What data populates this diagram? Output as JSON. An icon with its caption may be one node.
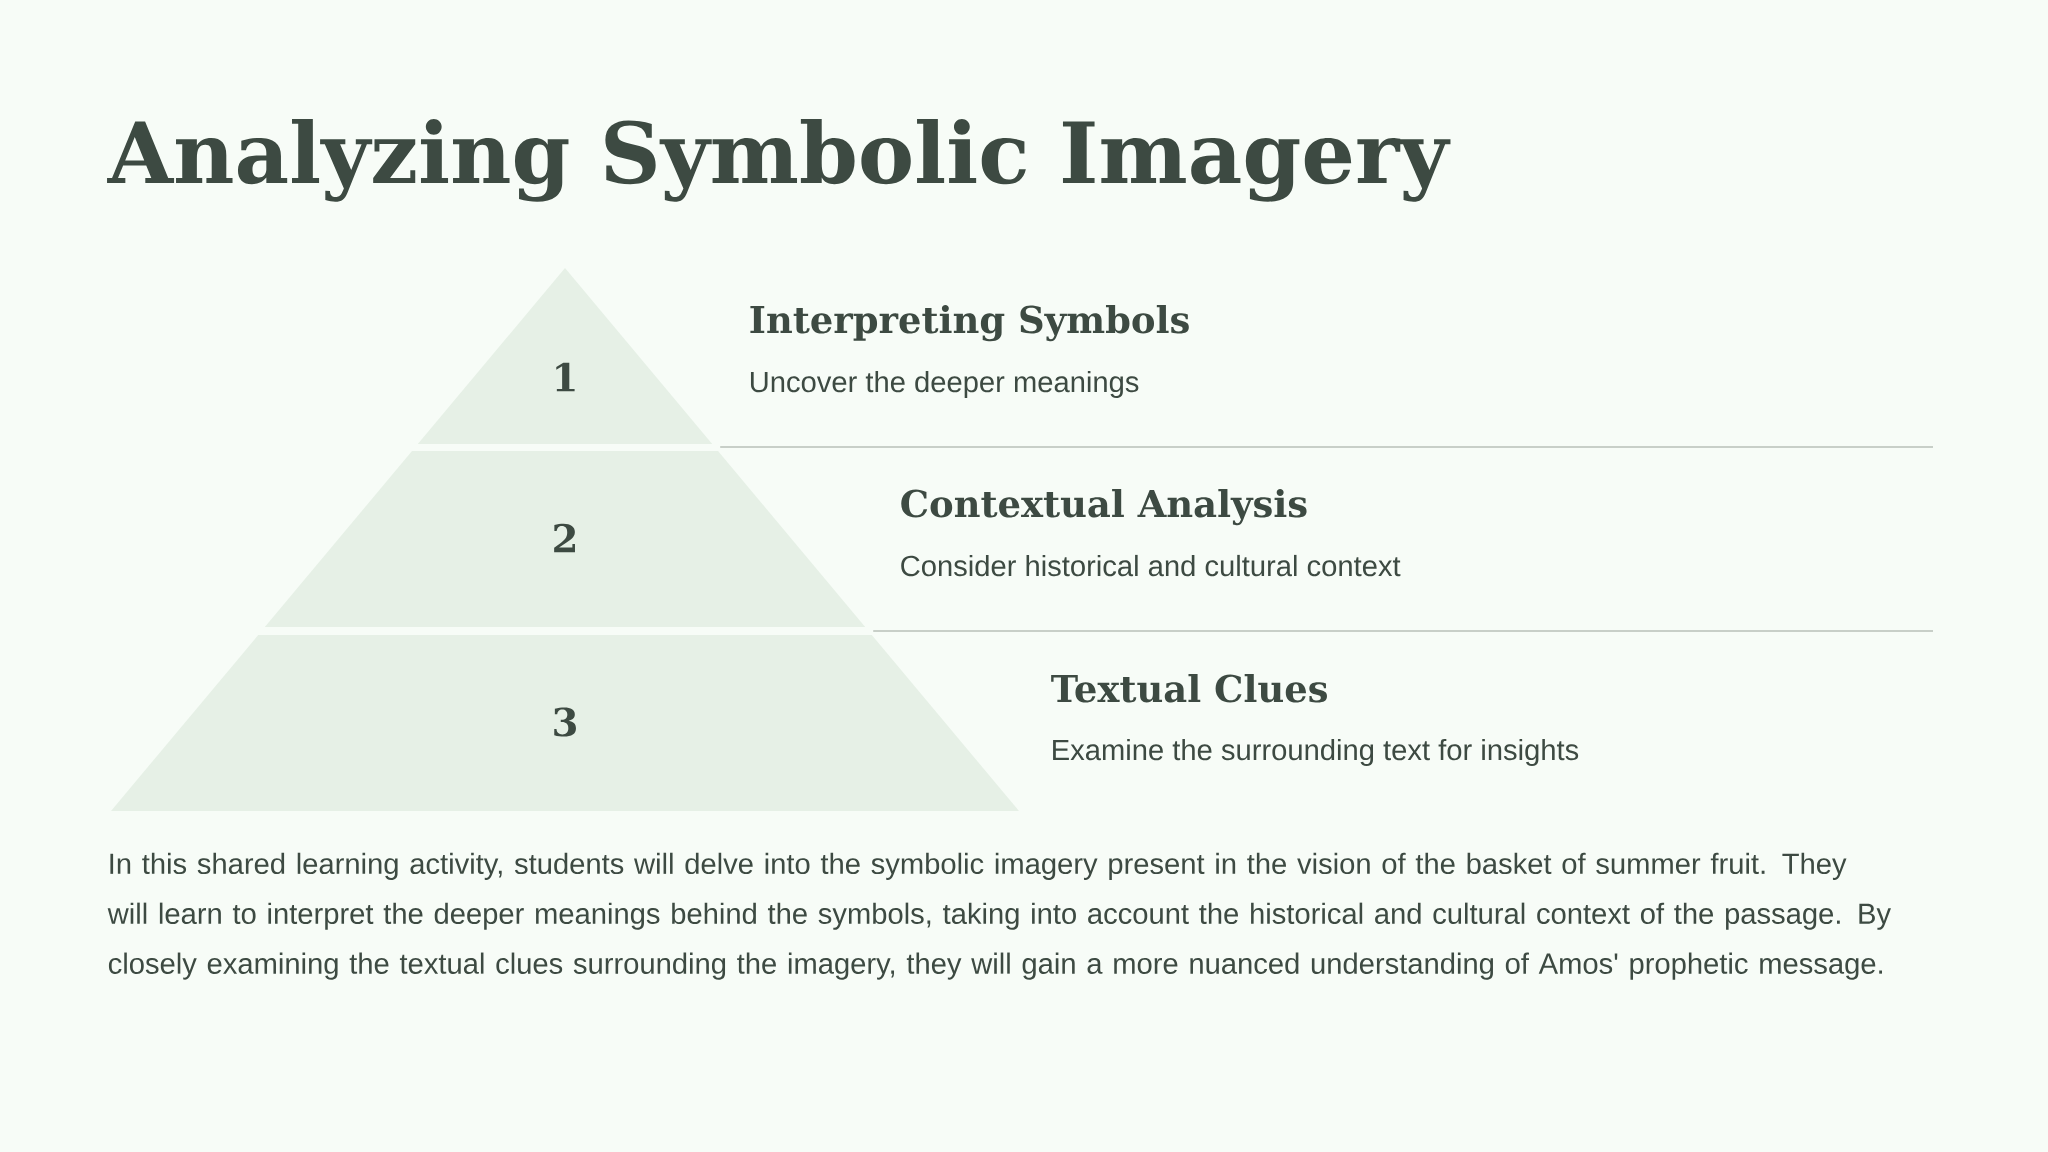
{
  "diagram": {
    "title": "Analyzing Symbolic Imagery",
    "nodes": [
      {
        "text": [
          "1"
        ],
        "beside": [
          "Interpreting Symbols",
          "Uncover the deeper meanings"
        ]
      },
      {
        "text": [
          "2"
        ],
        "beside": [
          "Contextual Analysis",
          "Consider historical and cultural context"
        ]
      },
      {
        "text": [
          "3"
        ],
        "beside": [
          "Textual Clues",
          "Examine the surrounding text for insights"
        ]
      }
    ],
    "caption": "In this shared learning activity, students will delve into the symbolic imagery present in the vision of the basket of summer fruit. They will learn to interpret the deeper meanings behind the symbols, taking into account the historical and cultural context of the passage. By closely examining the textual clues surrounding the imagery, they will gain a more nuanced understanding of Amos' prophetic message."
  }
}
